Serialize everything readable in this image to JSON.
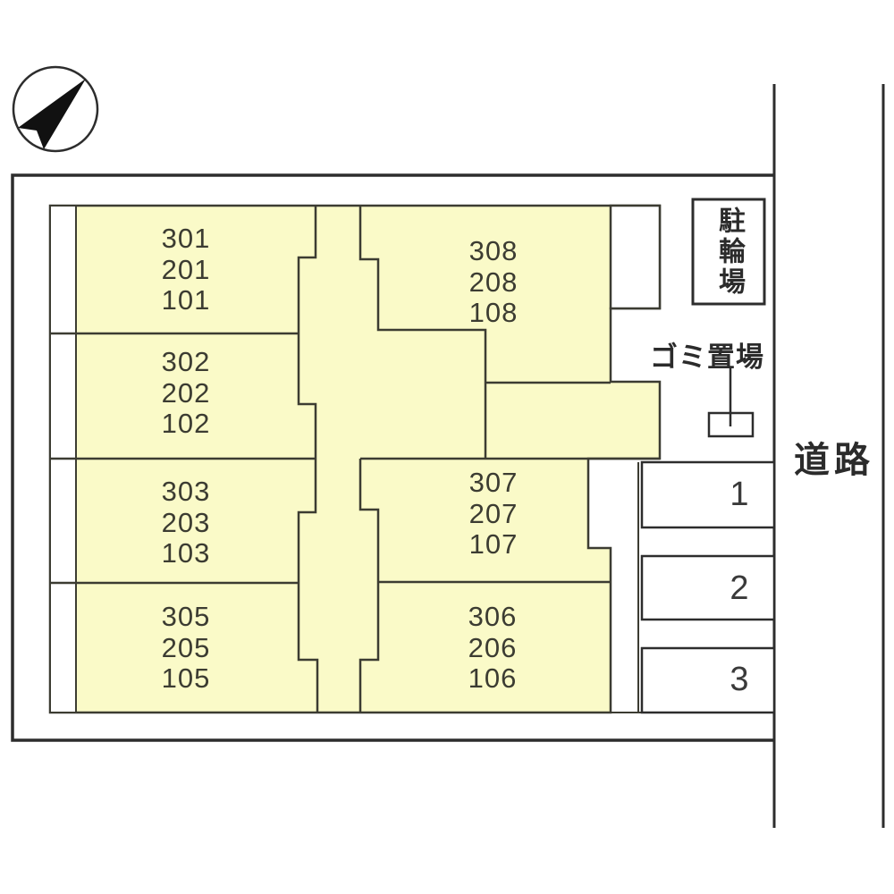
{
  "diagram": {
    "type": "apartment-site-plan",
    "compass": "north-arrow"
  },
  "units": [
    {
      "text": "301\n201\n101"
    },
    {
      "text": "302\n202\n102"
    },
    {
      "text": "303\n203\n103"
    },
    {
      "text": "305\n205\n105"
    },
    {
      "text": "308\n208\n108"
    },
    {
      "text": "307\n207\n107"
    },
    {
      "text": "306\n206\n106"
    }
  ],
  "facilities": {
    "bicycle_parking": "駐輪場",
    "garbage_area": "ゴミ置場",
    "road": "道路"
  },
  "parking_spaces": [
    {
      "number": "1"
    },
    {
      "number": "2"
    },
    {
      "number": "3"
    }
  ],
  "colors": {
    "unit_fill": "#FAFAC8",
    "building_line": "#3c3c32",
    "edge_line": "#2d2d2d",
    "text": "#3c3c32",
    "background": "#ffffff"
  }
}
